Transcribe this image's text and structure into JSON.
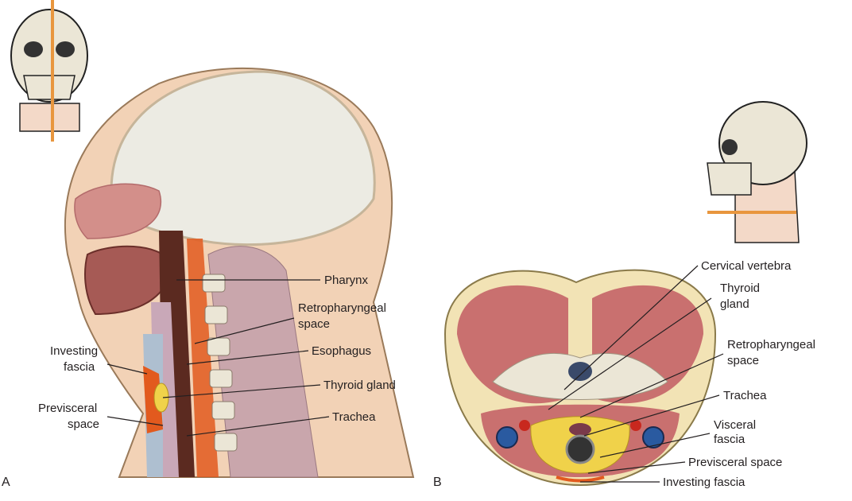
{
  "panels": {
    "a": "A",
    "b": "B"
  },
  "colors": {
    "plane_line": "#e8963e",
    "muscle": "#c9706f",
    "bone": "#ebe6d6",
    "fascia_orange": "#e25a1e",
    "thyroid": "#f0d24a"
  },
  "panel_a": {
    "labels": {
      "pharynx": "Pharynx",
      "retropharyngeal_1": "Retropharyngeal",
      "retropharyngeal_2": "space",
      "esophagus": "Esophagus",
      "thyroid": "Thyroid gland",
      "trachea": "Trachea",
      "investing_1": "Investing",
      "investing_2": "fascia",
      "previsceral_1": "Previsceral",
      "previsceral_2": "space"
    }
  },
  "panel_b": {
    "labels": {
      "vertebra": "Cervical vertebra",
      "thyroid_1": "Thyroid",
      "thyroid_2": "gland",
      "retropharyngeal_1": "Retropharyngeal",
      "retropharyngeal_2": "space",
      "trachea": "Trachea",
      "visceral_1": "Visceral",
      "visceral_2": "fascia",
      "previsceral": "Previsceral space",
      "investing": "Investing fascia"
    }
  }
}
